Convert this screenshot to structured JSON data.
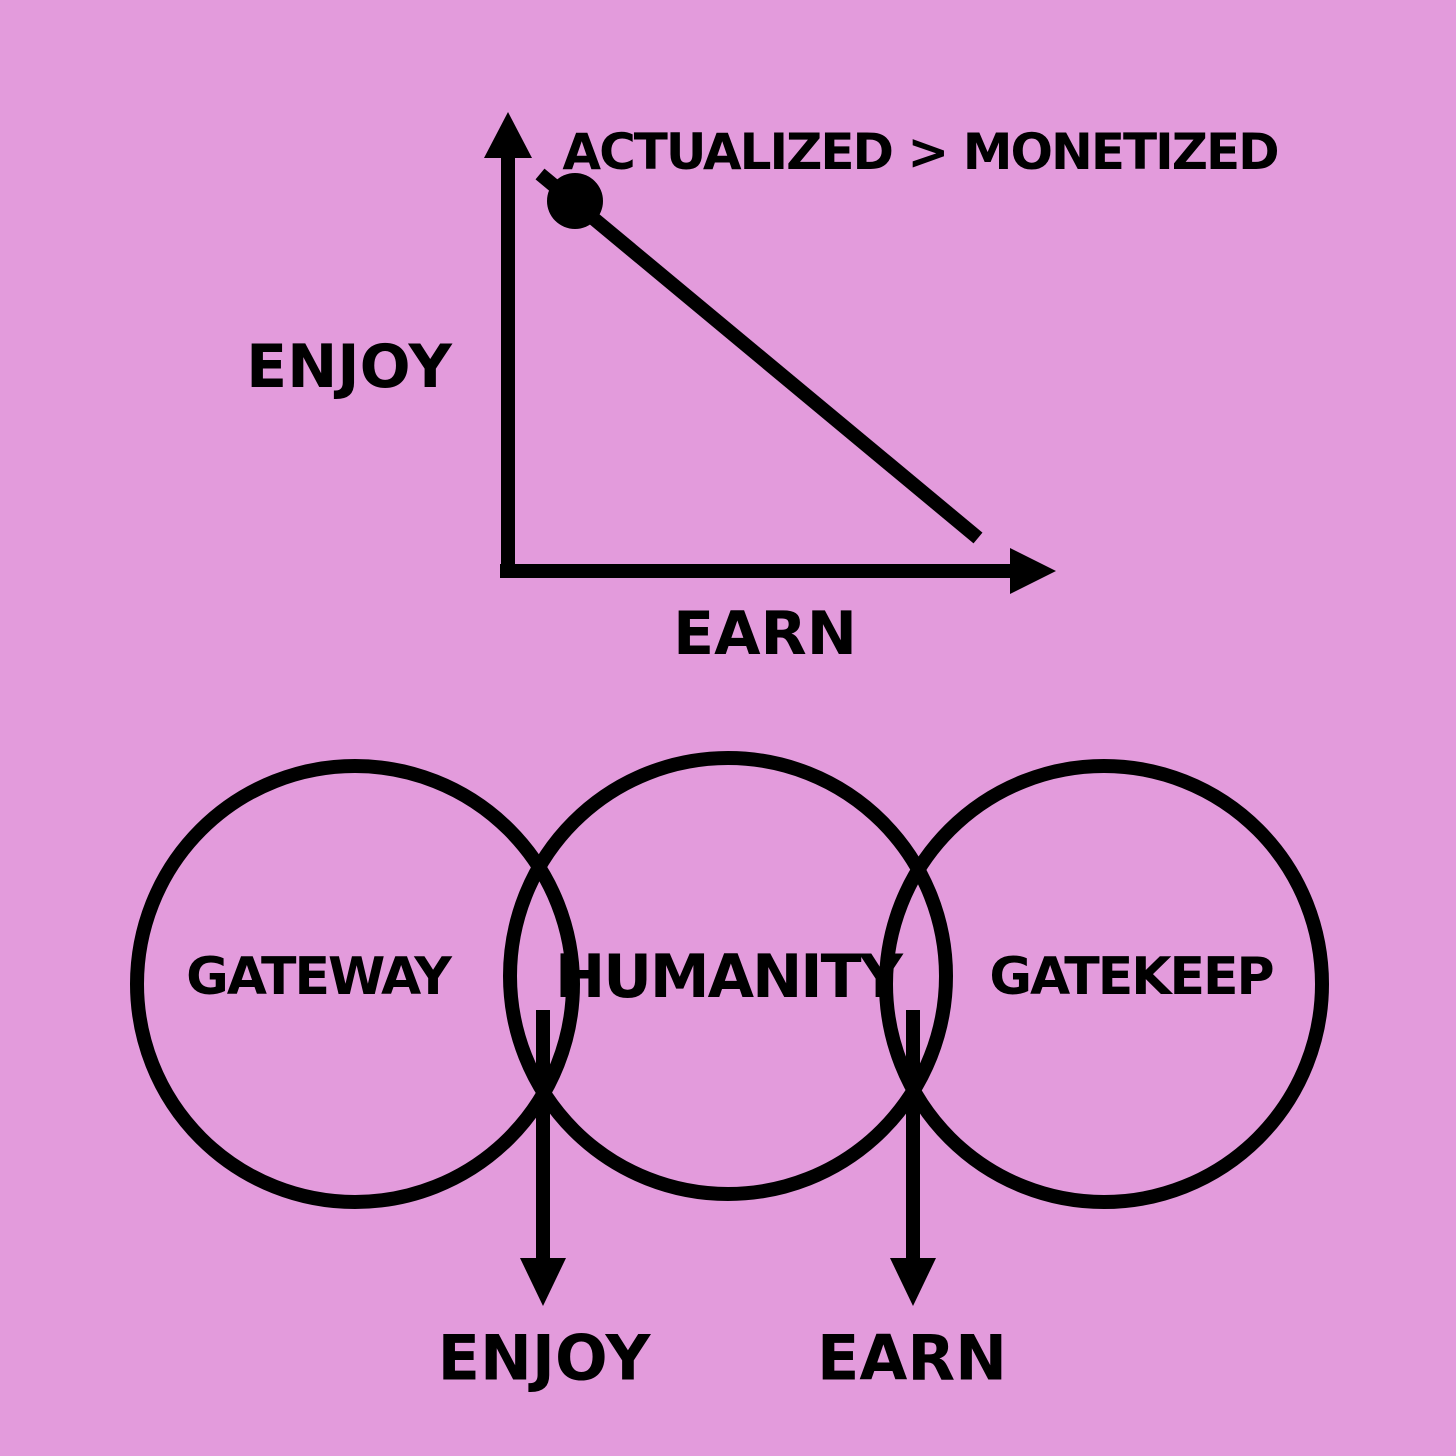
{
  "colors": {
    "background": "#e39bdc",
    "ink": "#000000"
  },
  "top_graph": {
    "point_label": "ACTUALIZED > MONETIZED",
    "y_axis_label": "ENJOY",
    "x_axis_label": "EARN"
  },
  "venn": {
    "circles": [
      {
        "label": "GATEWAY"
      },
      {
        "label": "HUMANITY"
      },
      {
        "label": "GATEKEEP"
      }
    ],
    "outputs": [
      {
        "label": "ENJOY"
      },
      {
        "label": "EARN"
      }
    ]
  }
}
